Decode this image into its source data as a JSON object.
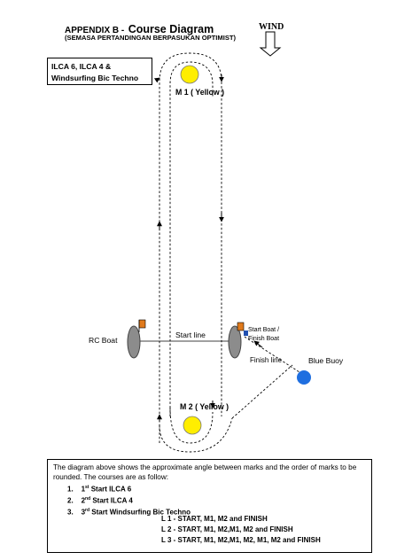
{
  "header": {
    "title_prefix": "APPENDIX  B -",
    "title_main": "Course Diagram",
    "subtitle": "(SEMASA PERTANDINGAN BERPASUKAN OPTIMIST)",
    "wind_label": "WIND"
  },
  "legend": {
    "line1": "ILCA 6,  ILCA 4  &",
    "line2": "Windsurfing Bic Techno"
  },
  "marks": {
    "m1_label": "M 1 ( Yellow )",
    "m2_label": "M 2 ( Yellow )",
    "blue_buoy_label": "Blue  Buoy",
    "rc_boat_label": "RC Boat",
    "start_line_label": "Start  line",
    "start_boat_line1": "Start  Boat /",
    "start_boat_line2": "Finish Boat",
    "finish_line_label": "Finish  line"
  },
  "colors": {
    "mark_yellow": "#ffee00",
    "buoy_blue": "#1f6fe0",
    "boat_gray": "#8c8c8c",
    "flag_orange": "#e07a1c"
  },
  "notes": {
    "intro": "The diagram above shows the approximate angle between marks and the order of marks to be rounded. The courses are as follow:",
    "starts": [
      {
        "num": "1.",
        "ord": "1",
        "sup": "st",
        "text": " Start  ILCA 6"
      },
      {
        "num": "2.",
        "ord": "2",
        "sup": "nd",
        "text": " Start ILCA 4"
      },
      {
        "num": "3.",
        "ord": "3",
        "sup": "rd",
        "text": " Start Windsurfing Bic Techno"
      }
    ],
    "courses": [
      "L 1 -  START, M1, M2 and FINISH",
      "L 2 - START, M1, M2,M1, M2  and  FINISH",
      "L 3 - START, M1, M2,M1, M2, M1, M2  and  FINISH"
    ]
  }
}
